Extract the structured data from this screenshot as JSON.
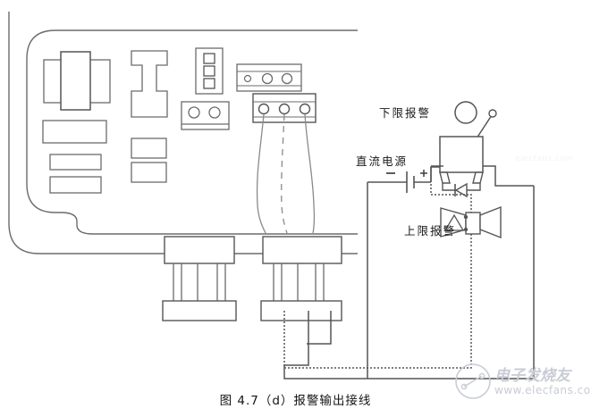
{
  "figure": {
    "caption": "图 4.7（d）报警输出接线",
    "labels": {
      "lower_alarm": "下限报警",
      "dc_source": "直流电源",
      "upper_alarm": "上限报警"
    },
    "polarity": {
      "negative": "−",
      "positive": "+"
    },
    "colors": {
      "outline": "#6b6b6b",
      "outline_dark": "#4a4a4a",
      "wire": "#555555",
      "text": "#1a1a1a",
      "background": "#ffffff",
      "watermark": "#c9ccd6"
    },
    "components": {
      "instrument_case": "rounded-rectangular instrument enclosure, double outline",
      "internal_blocks": "rectangular internal modules and terminal strips",
      "top_connectors": "two three-hole terminal connector blocks",
      "bottom_terminals": "two pin terminal blocks on underside",
      "relay": "relay coil with lamp indicator, actuator arm and freewheel diode",
      "buzzer": "horn / siren alarm symbol with diode",
      "battery": "DC battery source symbol"
    }
  },
  "watermark": {
    "brand_cn": "电子发烧友",
    "url": "www.elecfans.com",
    "faint_url": "elecfans.com"
  }
}
